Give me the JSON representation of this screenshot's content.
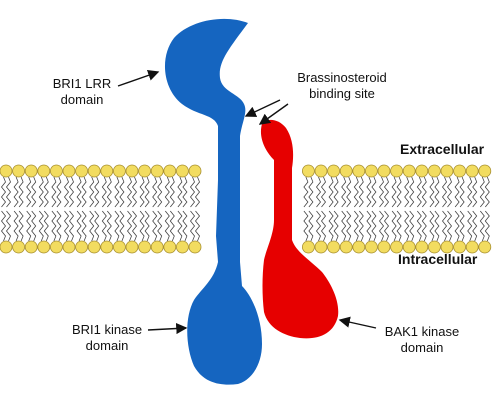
{
  "labels": {
    "lrr_line1": "BRI1 LRR",
    "lrr_line2": "domain",
    "binding_line1": "Brassinosteroid",
    "binding_line2": "binding site",
    "extracellular": "Extracellular",
    "intracellular": "Intracellular",
    "bri1_kinase_line1": "BRI1 kinase",
    "bri1_kinase_line2": "domain",
    "bak1_kinase_line1": "BAK1 kinase",
    "bak1_kinase_line2": "domain"
  },
  "colors": {
    "bri1": "#1565c0",
    "bak1": "#e60000",
    "lipid_head": "#f2dc60",
    "lipid_head_edge": "#a89030",
    "lipid_tail": "#444444"
  }
}
